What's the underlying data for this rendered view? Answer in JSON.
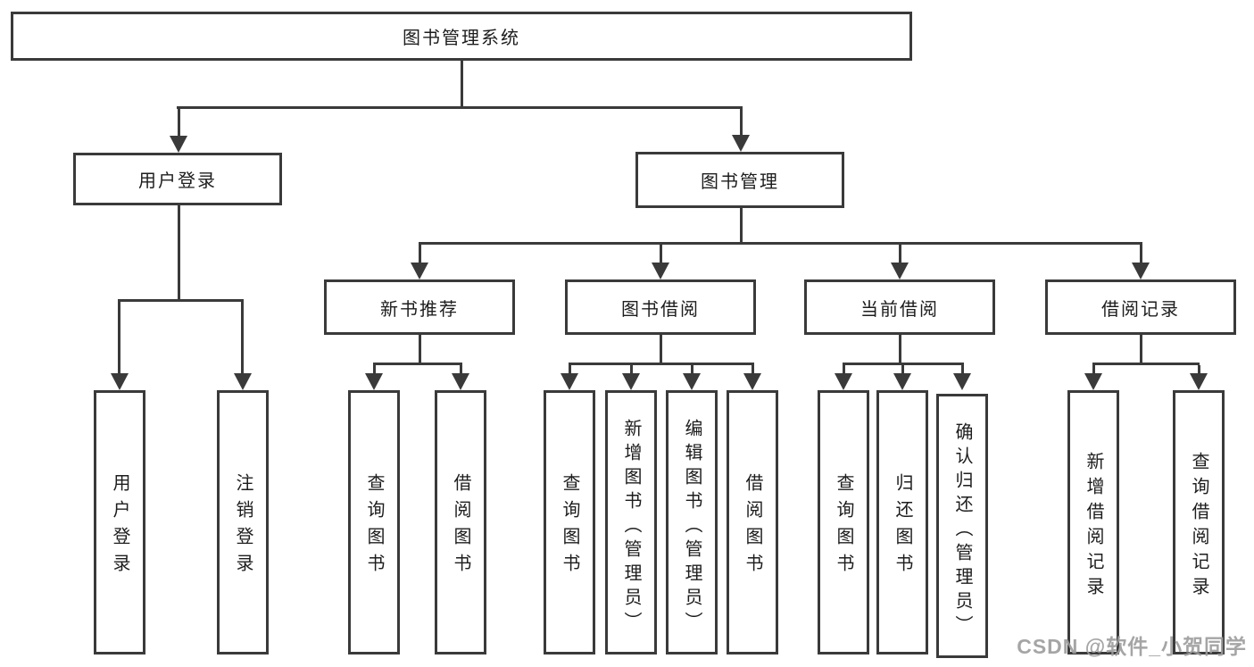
{
  "tree": {
    "root": {
      "label": "图书管理系统"
    },
    "branches": [
      {
        "label": "用户登录",
        "children": [
          {
            "label": "用户登录"
          },
          {
            "label": "注销登录"
          }
        ]
      },
      {
        "label": "图书管理",
        "sections": [
          {
            "label": "新书推荐",
            "children": [
              {
                "label": "查询图书"
              },
              {
                "label": "借阅图书"
              }
            ]
          },
          {
            "label": "图书借阅",
            "children": [
              {
                "label": "查询图书"
              },
              {
                "label": "新增图书（管理员）"
              },
              {
                "label": "编辑图书（管理员）"
              },
              {
                "label": "借阅图书"
              }
            ]
          },
          {
            "label": "当前借阅",
            "children": [
              {
                "label": "查询图书"
              },
              {
                "label": "归还图书"
              },
              {
                "label": "确认归还（管理员）"
              }
            ]
          },
          {
            "label": "借阅记录",
            "children": [
              {
                "label": "新增借阅记录"
              },
              {
                "label": "查询借阅记录"
              }
            ]
          }
        ]
      }
    ]
  },
  "watermark": {
    "text": "CSDN @软件_小贺同学"
  },
  "colors": {
    "line": "#3a3a3a",
    "text": "#1d1d1d",
    "watermark": "#9c9c9c",
    "background": "#ffffff"
  }
}
